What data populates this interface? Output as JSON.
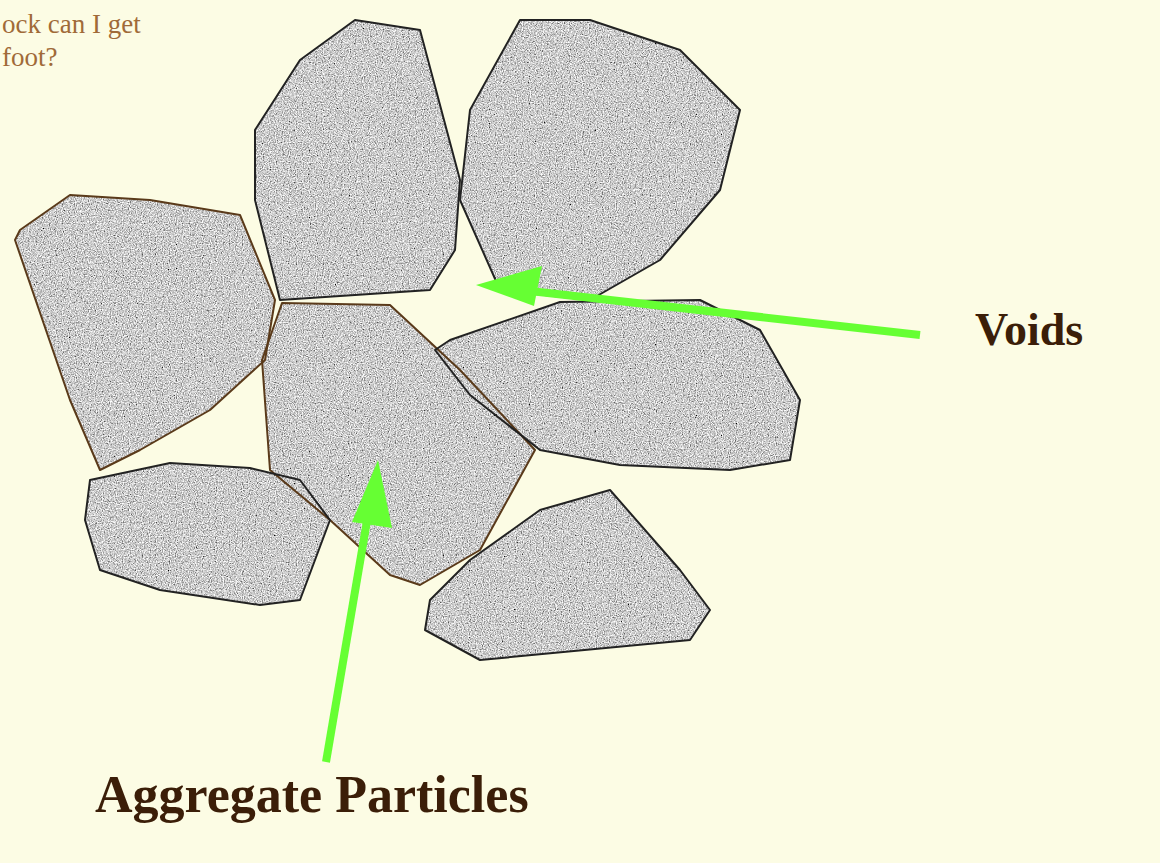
{
  "diagram": {
    "title": "ock can I get foot?",
    "labels": [
      "Voids",
      "Aggregate Particles"
    ]
  }
}
